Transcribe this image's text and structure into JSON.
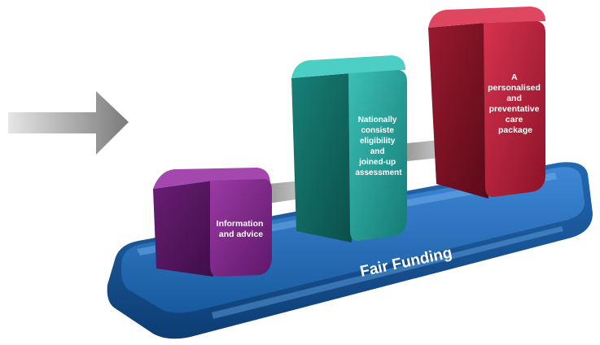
{
  "platform": {
    "label": "Fair Funding",
    "color": "#1f5fa8"
  },
  "stages": [
    {
      "lines": [
        "Information",
        "and advice"
      ],
      "color": "#7a2a86"
    },
    {
      "lines": [
        "Nationally",
        "consiste",
        "eligibility",
        "and",
        "joined-up",
        "assessment"
      ],
      "color": "#1e9e96"
    },
    {
      "lines": [
        "A",
        "personalised",
        "and",
        "preventative",
        "care",
        "package"
      ],
      "color": "#c0243c"
    }
  ],
  "icons": {
    "lead_arrow": "right-arrow-icon",
    "connector": "right-arrow-icon"
  }
}
